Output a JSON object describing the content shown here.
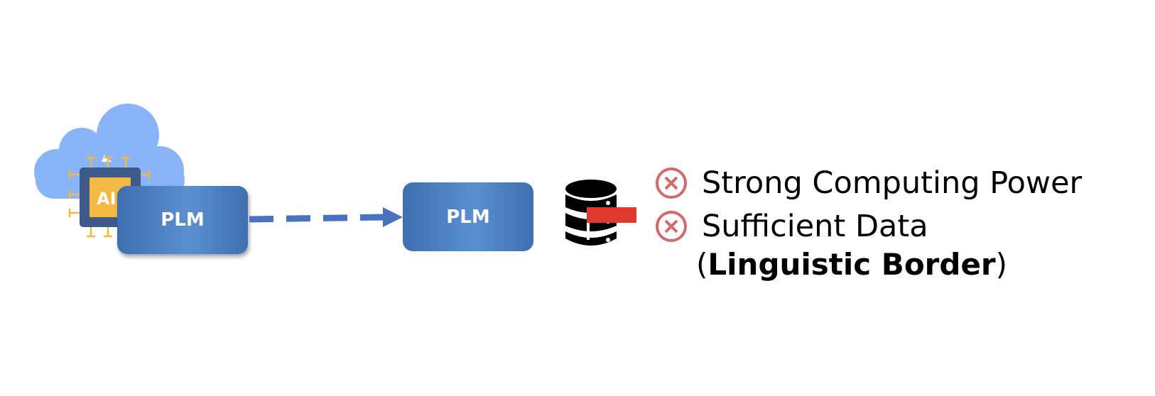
{
  "diagram": {
    "source_model": {
      "label": "PLM",
      "chip_label": "AI"
    },
    "target_model": {
      "label": "PLM"
    },
    "conditions": [
      {
        "text": "Strong Computing Power",
        "status_icon": "cross-circle-icon"
      },
      {
        "text": "Sufficient Data",
        "status_icon": "cross-circle-icon"
      }
    ],
    "note": {
      "open": "(",
      "text": "Linguistic Border",
      "close": ")"
    },
    "colors": {
      "cloud": "#8ab4f8",
      "chip_frame": "#3d5a8a",
      "chip_core": "#f4b942",
      "plm_fill": "#4f82c4",
      "arrow": "#4a72c0",
      "database": "#000000",
      "database_bar": "#e03a2e",
      "cross": "#d16b6b"
    }
  }
}
